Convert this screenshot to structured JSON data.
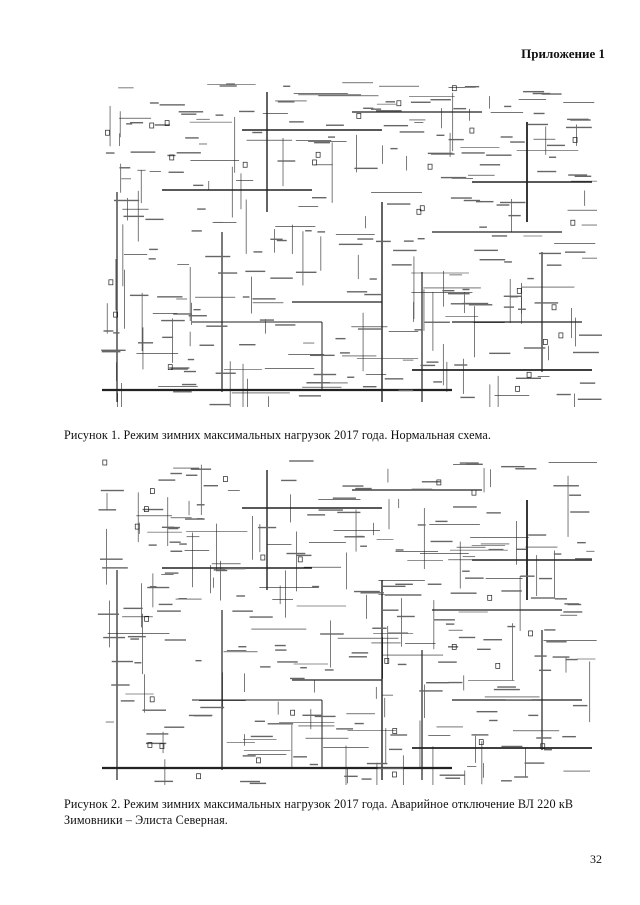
{
  "header": {
    "appendix_label": "Приложение 1"
  },
  "figures": [
    {
      "caption": "Рисунок 1. Режим зимних максимальных нагрузок 2017 года. Нормальная схема."
    },
    {
      "caption": "Рисунок 2. Режим зимних максимальных нагрузок 2017 года. Аварийное отключение ВЛ 220 кВ Зимовники – Элиста Северная."
    }
  ],
  "footer": {
    "page_number": "32"
  }
}
